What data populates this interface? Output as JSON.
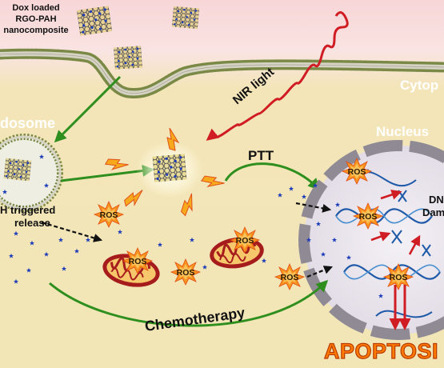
{
  "labels": {
    "nanocomposite": [
      "Dox loaded",
      "RGO-PAH",
      "nanocomposite"
    ],
    "cytoplasm": "Cytop",
    "nir": "NIR light",
    "endosome": "dosome",
    "nucleus": "Nucleus",
    "ptt": "PTT",
    "ph_release": [
      "H triggered",
      "release"
    ],
    "dna_damage": [
      "DN",
      "Dam"
    ],
    "chemotherapy": "Chemotherapy",
    "apoptosis": "APOPTOSI"
  },
  "ros_label": "ROS",
  "colors": {
    "membrane_outer": "#f6c9cc",
    "cytoplasm": "#f3e7b5",
    "lipid_head": "#7a8a46",
    "arrow_green": "#2f8f1e",
    "arrow_red": "#d01c23",
    "nir_wave": "#d01c23",
    "nucleus_fill": "#ebe6ec",
    "nucleus_envelope": "#8f8a93",
    "dox_star": "#1c3bb8",
    "ros_burst": "#f7931e",
    "mito_outer": "#a61c1c",
    "apoptosis": "#ff7a00"
  },
  "icons": [
    "nanosheet-icon",
    "lightning-bolt-icon",
    "ros-burst-icon",
    "mitochondrion-icon",
    "dna-helix-icon",
    "dox-star-icon"
  ]
}
